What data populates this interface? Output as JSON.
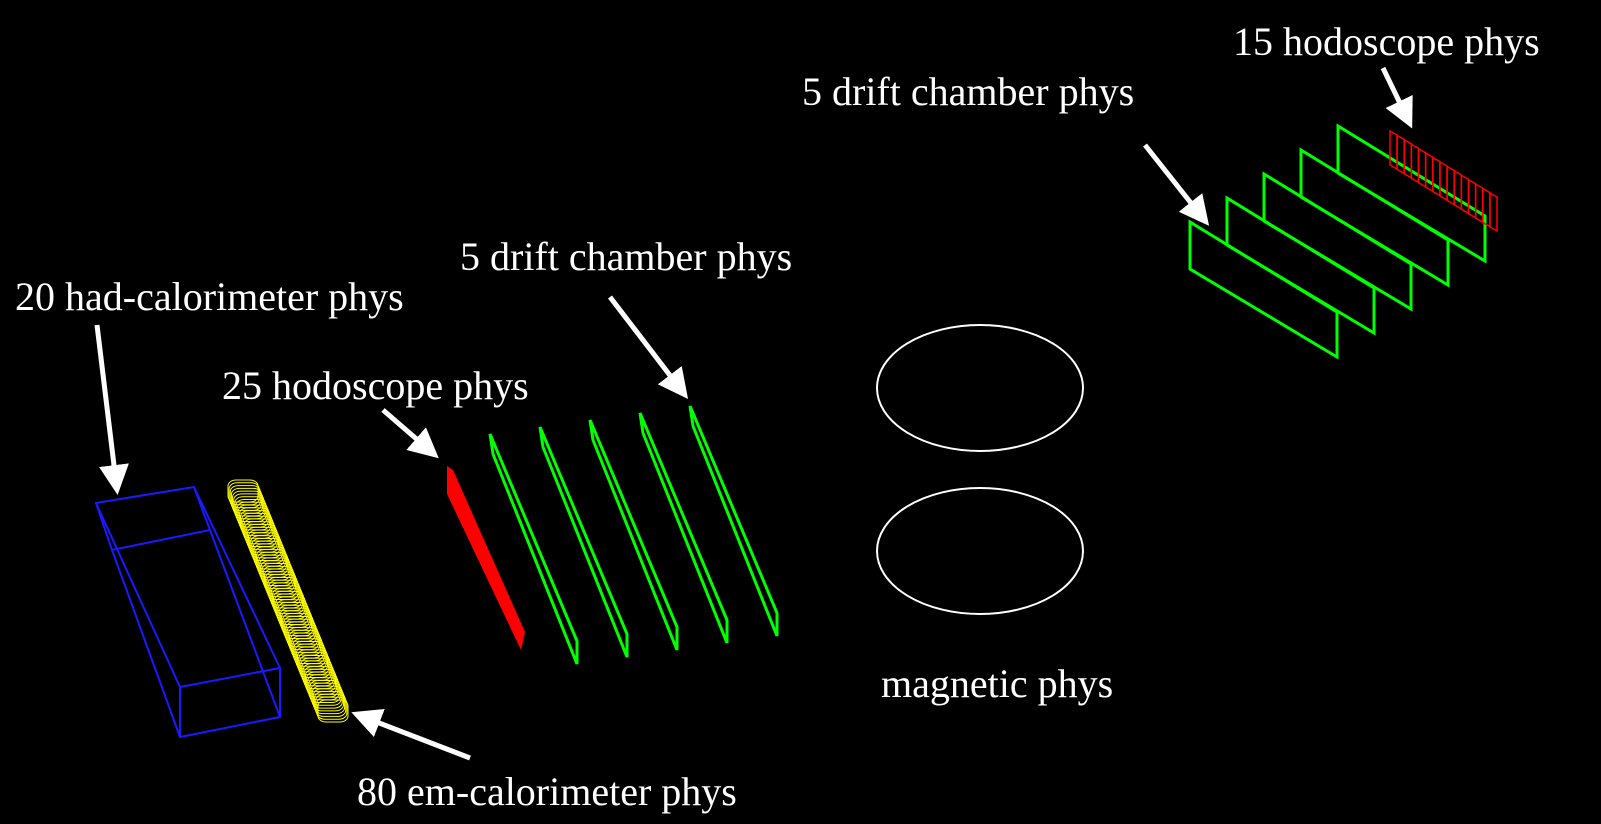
{
  "labels": {
    "had_calorimeter": "20 had-calorimeter phys",
    "em_calorimeter": "80 em-calorimeter phys",
    "hodoscope_left": "25 hodoscope phys",
    "drift_left": "5 drift chamber phys",
    "magnetic": "magnetic phys",
    "drift_right": "5 drift chamber phys",
    "hodoscope_right": "15 hodoscope phys"
  },
  "colors": {
    "background": "#000000",
    "had_calorimeter": "#1a1aff",
    "em_calorimeter": "#ffff00",
    "hodoscope": "#ff0000",
    "drift_chamber": "#00ff00",
    "magnetic": "#ffffff",
    "arrow": "#ffffff",
    "text": "#ffffff"
  },
  "counts": {
    "em_calorimeter_layers": 80,
    "hodoscope_left_strips": 25,
    "drift_left_planes": 5,
    "drift_right_planes": 5,
    "hodoscope_right_strips": 15
  }
}
